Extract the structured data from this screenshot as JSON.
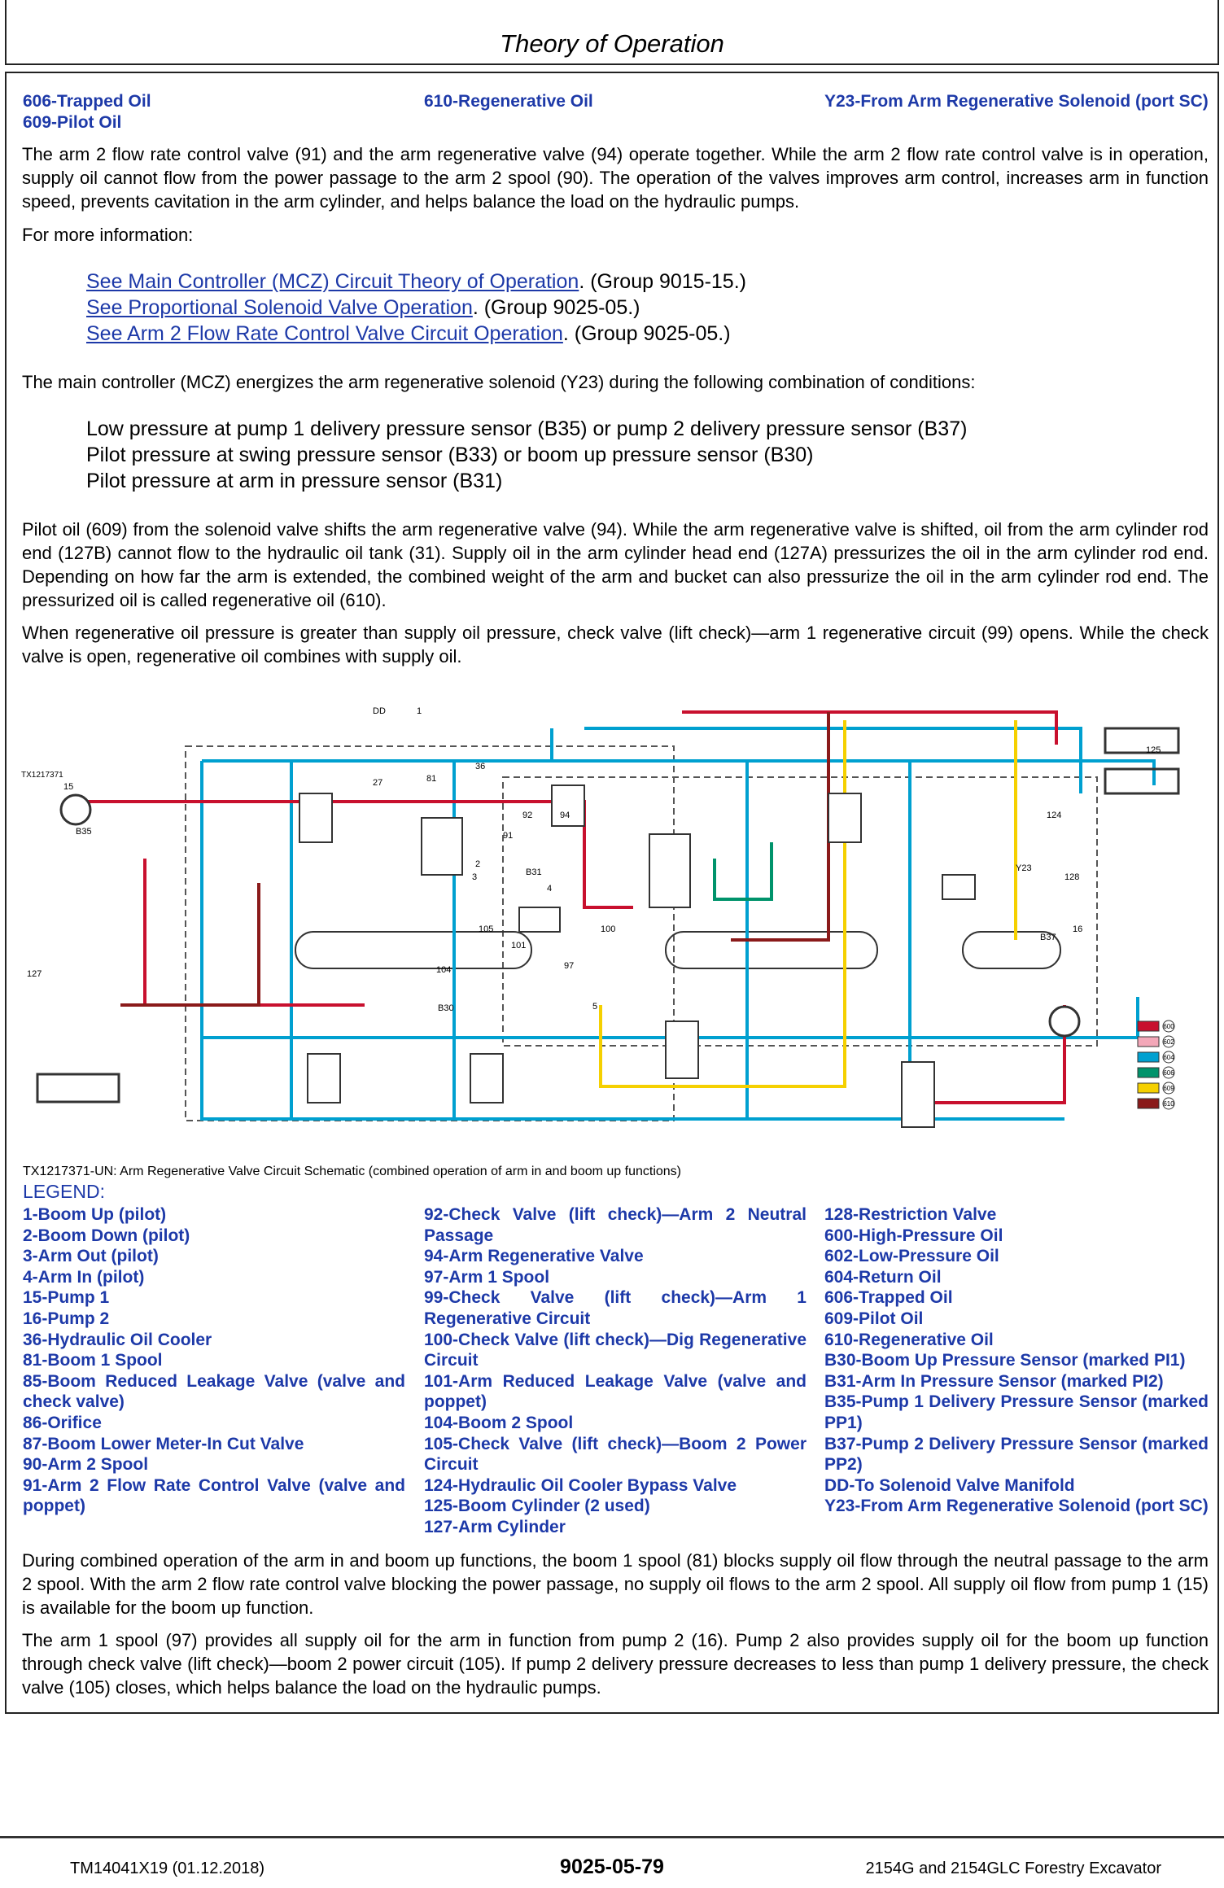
{
  "header": {
    "title": "Theory of Operation"
  },
  "key_top": {
    "col1": [
      "606-Trapped Oil",
      "609-Pilot Oil"
    ],
    "col2": [
      "610-Regenerative Oil"
    ],
    "col3": [
      "Y23-From Arm Regenerative Solenoid (port SC)"
    ]
  },
  "paragraphs": {
    "p1": "The arm 2 flow rate control valve (91) and the arm regenerative valve (94) operate together. While the arm 2 flow rate control valve is in operation, supply oil cannot flow from the power passage to the arm 2 spool (90). The operation of the valves improves arm control, increases arm in function speed, prevents cavitation in the arm cylinder, and helps balance the load on the hydraulic pumps.",
    "p2": "For more information:",
    "p3": "The main controller (MCZ) energizes the arm regenerative solenoid (Y23) during the following combination of conditions:",
    "p4": "Pilot oil (609) from the solenoid valve shifts the arm regenerative valve (94). While the arm regenerative valve is shifted, oil from the arm cylinder rod end (127B) cannot flow to the hydraulic oil tank (31). Supply oil in the arm cylinder head end (127A) pressurizes the oil in the arm cylinder rod end. Depending on how far the arm is extended, the combined weight of the arm and bucket can also pressurize the oil in the arm cylinder rod end. The pressurized oil is called regenerative oil (610).",
    "p5": "When regenerative oil pressure is greater than supply oil pressure, check valve (lift check)—arm 1 regenerative circuit (99) opens. While the check valve is open, regenerative oil combines with supply oil.",
    "p6": "During combined operation of the arm in and boom up functions, the boom 1 spool (81) blocks supply oil flow through the neutral passage to the arm 2 spool. With the arm 2 flow rate control valve blocking the power passage, no supply oil flows to the arm 2 spool. All supply oil flow from pump 1 (15) is available for the boom up function.",
    "p7": "The arm 1 spool (97) provides all supply oil for the arm in function from pump 2 (16). Pump 2 also provides supply oil for the boom up function through check valve (lift check)—boom 2 power circuit (105). If pump 2 delivery pressure decreases to less than pump 1 delivery pressure, the check valve (105) closes, which helps balance the load on the hydraulic pumps."
  },
  "links": [
    {
      "text": "See Main Controller (MCZ) Circuit Theory of Operation",
      "suffix": ". (Group 9015-15.)"
    },
    {
      "text": "See Proportional Solenoid Valve Operation",
      "suffix": ". (Group 9025-05.)"
    },
    {
      "text": "See Arm 2 Flow Rate Control Valve Circuit Operation",
      "suffix": ". (Group 9025-05.)"
    }
  ],
  "conditions": [
    "Low pressure at pump 1 delivery pressure sensor (B35) or pump 2 delivery pressure sensor (B37)",
    "Pilot pressure at swing pressure sensor (B33) or boom up pressure sensor (B30)",
    "Pilot pressure at arm in pressure sensor (B31)"
  ],
  "schematic": {
    "tag": "TX1217371",
    "caption": "TX1217371-UN: Arm Regenerative Valve Circuit Schematic (combined operation of arm in and boom up functions)",
    "labels": [
      "DD",
      "1",
      "125",
      "15",
      "B35",
      "27",
      "81",
      "36",
      "2",
      "92",
      "124",
      "91",
      "94",
      "Y23",
      "B31",
      "128",
      "3",
      "4",
      "16",
      "B37",
      "105",
      "101",
      "100",
      "127",
      "104",
      "97",
      "B30",
      "5"
    ],
    "color_key": [
      {
        "code": "600",
        "color": "#c8102e"
      },
      {
        "code": "602",
        "color": "#f3a7b8"
      },
      {
        "code": "604",
        "color": "#00a0d0"
      },
      {
        "code": "606",
        "color": "#00936b"
      },
      {
        "code": "609",
        "color": "#f5d000"
      },
      {
        "code": "610",
        "color": "#8a1a1a"
      }
    ]
  },
  "legend": {
    "title": "LEGEND:",
    "col1": [
      "1-Boom Up (pilot)",
      "2-Boom Down (pilot)",
      "3-Arm Out (pilot)",
      "4-Arm In (pilot)",
      "15-Pump 1",
      "16-Pump 2",
      "36-Hydraulic Oil Cooler",
      "81-Boom 1 Spool",
      "85-Boom Reduced Leakage Valve (valve and check valve)",
      "86-Orifice",
      "87-Boom Lower Meter-In Cut Valve",
      "90-Arm 2 Spool",
      "91-Arm 2 Flow Rate Control Valve (valve and poppet)"
    ],
    "col2": [
      "92-Check Valve (lift check)—Arm 2 Neutral Passage",
      "94-Arm Regenerative Valve",
      "97-Arm 1 Spool",
      "99-Check Valve (lift check)—Arm 1 Regenerative Circuit",
      "100-Check Valve (lift check)—Dig Regenerative Circuit",
      "101-Arm Reduced Leakage Valve (valve and poppet)",
      "104-Boom 2 Spool",
      "105-Check Valve (lift check)—Boom 2 Power Circuit",
      "124-Hydraulic Oil Cooler Bypass Valve",
      "125-Boom Cylinder (2 used)",
      "127-Arm Cylinder"
    ],
    "col3": [
      "128-Restriction Valve",
      "600-High-Pressure Oil",
      "602-Low-Pressure Oil",
      "604-Return Oil",
      "606-Trapped Oil",
      "609-Pilot Oil",
      "610-Regenerative Oil",
      "B30-Boom Up Pressure Sensor (marked PI1)",
      "B31-Arm In Pressure Sensor (marked PI2)",
      "B35-Pump 1 Delivery Pressure Sensor (marked PP1)",
      "B37-Pump 2 Delivery Pressure Sensor (marked PP2)",
      "DD-To Solenoid Valve Manifold",
      "Y23-From Arm Regenerative Solenoid (port SC)"
    ]
  },
  "footer": {
    "left": "TM14041X19 (01.12.2018)",
    "center": "9025-05-79",
    "right": "2154G and 2154GLC Forestry Excavator"
  }
}
